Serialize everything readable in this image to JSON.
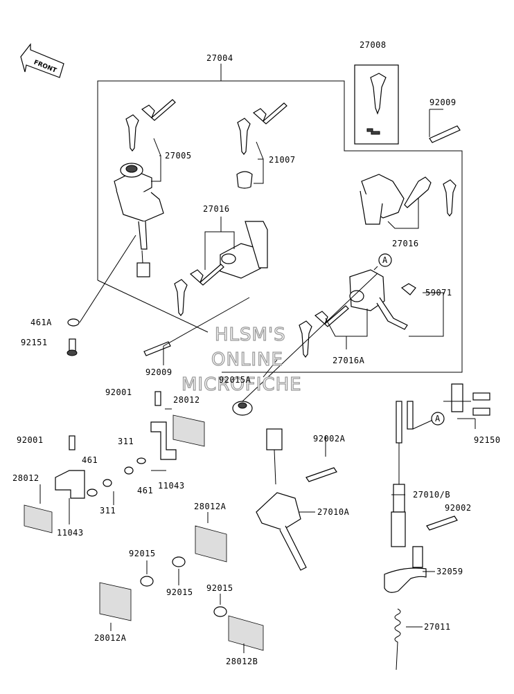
{
  "diagram": {
    "direction_label": "FRONT",
    "watermark": [
      "HLSM'S",
      "ONLINE",
      "MICROFICHE"
    ],
    "callout": "A",
    "parts": {
      "p27004": "27004",
      "p27008": "27008",
      "p92009a": "92009",
      "p27005": "27005",
      "p21007": "21007",
      "p27016a": "27016",
      "p27016b": "27016",
      "p59071": "59071",
      "p461A": "461A",
      "p92151": "92151",
      "p27016A": "27016A",
      "p92009b": "92009",
      "p92015A": "92015A",
      "p92001a": "92001",
      "p28012a": "28012",
      "p311a": "311",
      "p461a": "461",
      "p11043a": "11043",
      "p92001b": "92001",
      "p461b": "461",
      "p28012b": "28012",
      "p311b": "311",
      "p11043b": "11043",
      "p92002A": "92002A",
      "p27010A": "27010A",
      "p92150": "92150",
      "p27010B": "27010/B",
      "p92002": "92002",
      "p32059": "32059",
      "p28012A1": "28012A",
      "p92015a": "92015",
      "p92015b": "92015",
      "p92015c": "92015",
      "p28012A2": "28012A",
      "p27011": "27011",
      "p28012B": "28012B"
    }
  }
}
